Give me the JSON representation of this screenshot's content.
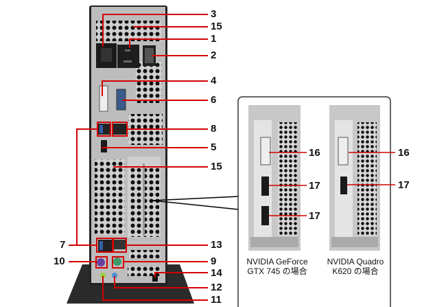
{
  "callouts": {
    "c3": "3",
    "c15a": "15",
    "c1": "1",
    "c2": "2",
    "c4": "4",
    "c6": "6",
    "c8": "8",
    "c5": "5",
    "c15b": "15",
    "c13": "13",
    "c9": "9",
    "c14": "14",
    "c12": "12",
    "c11": "11",
    "c7": "7",
    "c10": "10"
  },
  "inset": {
    "card1": {
      "caption_line1": "NVIDIA GeForce",
      "caption_line2": "GTX 745 の場合",
      "labels": [
        "16",
        "17",
        "17"
      ]
    },
    "card2": {
      "caption_line1": "NVIDIA Quadro",
      "caption_line2": "K620 の場合",
      "labels": [
        "16",
        "17"
      ]
    }
  },
  "colors": {
    "callout_line": "#d40000",
    "chassis": "#b9b9b9",
    "stand": "#333333"
  }
}
